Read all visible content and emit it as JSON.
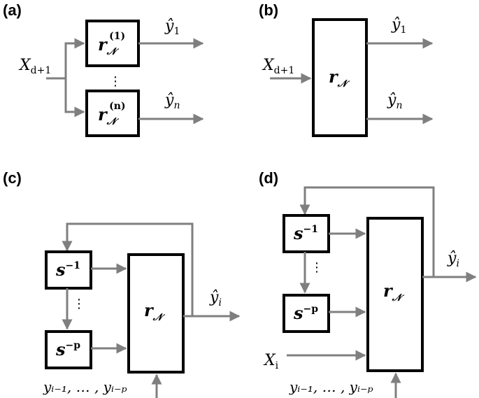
{
  "colors": {
    "wire": "#7f7f7f",
    "box_stroke": "#000000",
    "background": "#ffffff"
  },
  "panels": {
    "a": {
      "label": "(a)",
      "input": "X",
      "input_sub": "d+1",
      "block_top": "r",
      "block_top_sub": "𝒩",
      "block_top_sup": "(1)",
      "block_bottom": "r",
      "block_bottom_sub": "𝒩",
      "block_bottom_sup": "(n)",
      "dots": "⋮",
      "out_top": "ŷ",
      "out_top_sub": "1",
      "out_bottom": "ŷ",
      "out_bottom_sub": "n"
    },
    "b": {
      "label": "(b)",
      "input": "X",
      "input_sub": "d+1",
      "block": "r",
      "block_sub": "𝒩",
      "out_top": "ŷ",
      "out_top_sub": "1",
      "out_bottom": "ŷ",
      "out_bottom_sub": "n"
    },
    "c": {
      "label": "(c)",
      "shift_top": "s",
      "shift_top_sup": "−1",
      "shift_bottom": "s",
      "shift_bottom_sup": "−p",
      "dots": "⋮",
      "block": "r",
      "block_sub": "𝒩",
      "output": "ŷ",
      "output_sub": "i",
      "lags": "yᵢ₋₁, … , yᵢ₋ₚ"
    },
    "d": {
      "label": "(d)",
      "shift_top": "s",
      "shift_top_sup": "−1",
      "shift_bottom": "s",
      "shift_bottom_sup": "−p",
      "dots": "⋮",
      "block": "r",
      "block_sub": "𝒩",
      "output": "ŷ",
      "output_sub": "i",
      "input": "X",
      "input_sub": "i",
      "lags": "yᵢ₋₁, … , yᵢ₋ₚ"
    }
  }
}
